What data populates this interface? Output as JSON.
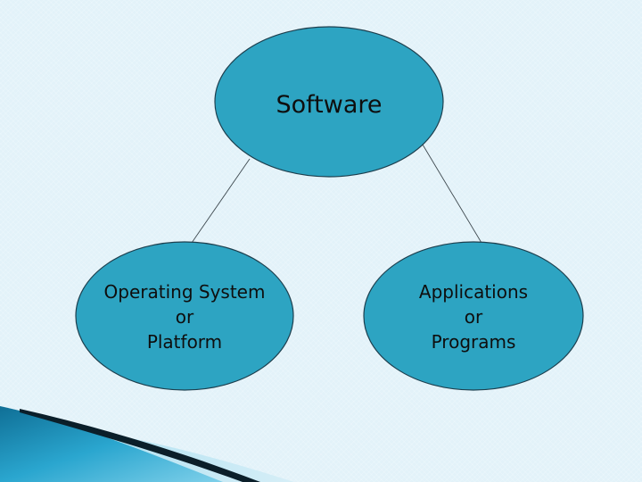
{
  "diagram": {
    "root": {
      "label": "Software"
    },
    "children": [
      {
        "lines": [
          "Operating System",
          "or",
          "Platform"
        ]
      },
      {
        "lines": [
          "Applications",
          "or",
          "Programs"
        ]
      }
    ]
  },
  "colors": {
    "background": "#e2f2f9",
    "node_fill": "#2da4c2",
    "node_stroke": "#1d3f4e",
    "corner_blue": "#1787b2",
    "corner_dark": "#0b1f2a"
  }
}
